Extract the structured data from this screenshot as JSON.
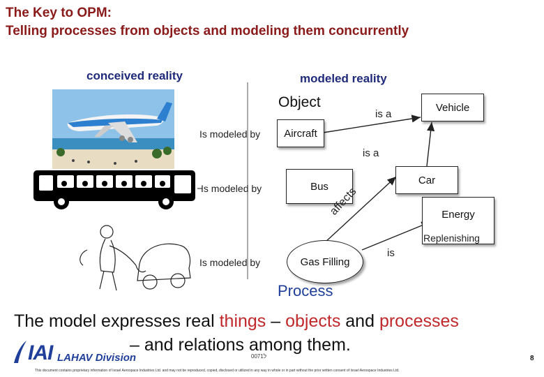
{
  "title": {
    "line1": "The Key to OPM:",
    "line2": "Telling processes from objects and modeling them concurrently"
  },
  "headers": {
    "conceived": "conceived reality",
    "modeled": "modeled reality"
  },
  "labels": {
    "object": "Object",
    "process": "Process",
    "modeled_by_1": "Is modeled by",
    "modeled_by_2": "Is modeled by",
    "modeled_by_3": "Is modeled by"
  },
  "nodes": {
    "vehicle": "Vehicle",
    "aircraft": "Aircraft",
    "car": "Car",
    "bus": "Bus",
    "energy": "Energy",
    "replenishing": "Replenishing",
    "gas_filling": "Gas Filling"
  },
  "relations": {
    "is_a_1": "is a",
    "is_a_2": "is a",
    "affects": "affects",
    "is": "is"
  },
  "caption": {
    "part1": "The model expresses real ",
    "things": "things",
    "dash": " – ",
    "objects": "objects",
    "and": " and ",
    "processes": "processes",
    "line2": "– and relations among them."
  },
  "logo": {
    "mark": "IAI",
    "division": "LAHAV Division",
    "code": "00ל71"
  },
  "page_number": "8",
  "footer": "This document contains proprietary information of Israel Aerospace Industries Ltd. and may not be reproduced, copied, disclosed or utilized in any way in whole or in part without the prior written consent of Israel Aerospace Industries Ltd.",
  "colors": {
    "title": "#8b1a1a",
    "header": "#1f2a7a",
    "process": "#1f3f9a",
    "highlight": "#c0282b",
    "lines": "#222222"
  }
}
